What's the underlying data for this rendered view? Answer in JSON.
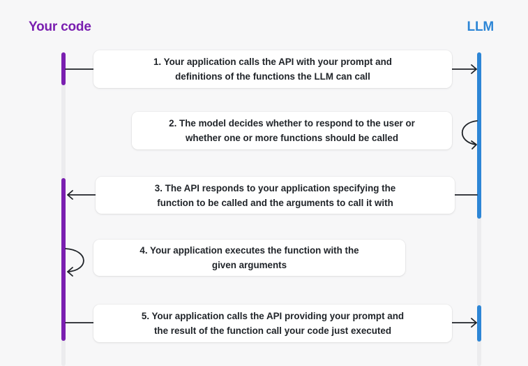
{
  "lanes": {
    "left": {
      "title": "Your code",
      "color": "#7a1fb0"
    },
    "right": {
      "title": "LLM",
      "color": "#2d86d6"
    }
  },
  "steps": [
    {
      "text": "1. Your application calls the API with your prompt and\ndefinitions of the functions the LLM can call",
      "direction": "to-llm"
    },
    {
      "text": "2. The model decides whether to respond to the user or\nwhether one or more functions should be called",
      "direction": "llm-self"
    },
    {
      "text": "3. The API responds to your application specifying the\nfunction to be called and the arguments to call it with",
      "direction": "to-code"
    },
    {
      "text": "4. Your application executes the function with the\ngiven  arguments",
      "direction": "code-self"
    },
    {
      "text": "5. Your application calls the API providing your prompt and\nthe result of the function call your code just executed",
      "direction": "to-llm"
    }
  ]
}
